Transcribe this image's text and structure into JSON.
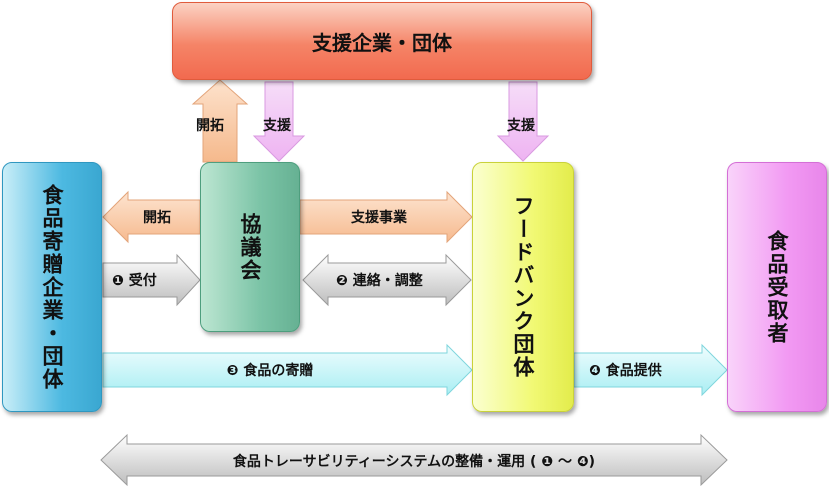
{
  "boxes": {
    "support": "支援企業・団体",
    "donor": "食品寄贈企業・団体",
    "council": "協議会",
    "foodbank": "フードバンク団体",
    "recipient": "食品受取者"
  },
  "arrows": {
    "kaitaku_up": "開拓",
    "shien_down_council": "支援",
    "shien_down_foodbank": "支援",
    "kaitaku_left": "開拓",
    "shien_jigyou": "支援事業",
    "uketsuke": "❶ 受付",
    "renraku": "❷ 連絡・調整",
    "kizou": "❸ 食品の寄贈",
    "teikyou": "❹ 食品提供",
    "system": "食品トレーサビリティーシステムの整備・運用 ( ❶ 〜 ❹)"
  },
  "colors": {
    "support": "#f37a5c",
    "donor": "#4db9e1",
    "council": "#7cc4a7",
    "foodbank": "#f1f974",
    "recipient": "#f29af3",
    "arrow_peach": "#f9c59b",
    "arrow_pink": "#f2c4f6",
    "arrow_cyan": "#bff2f6",
    "arrow_grey": "#cfcfcf"
  }
}
